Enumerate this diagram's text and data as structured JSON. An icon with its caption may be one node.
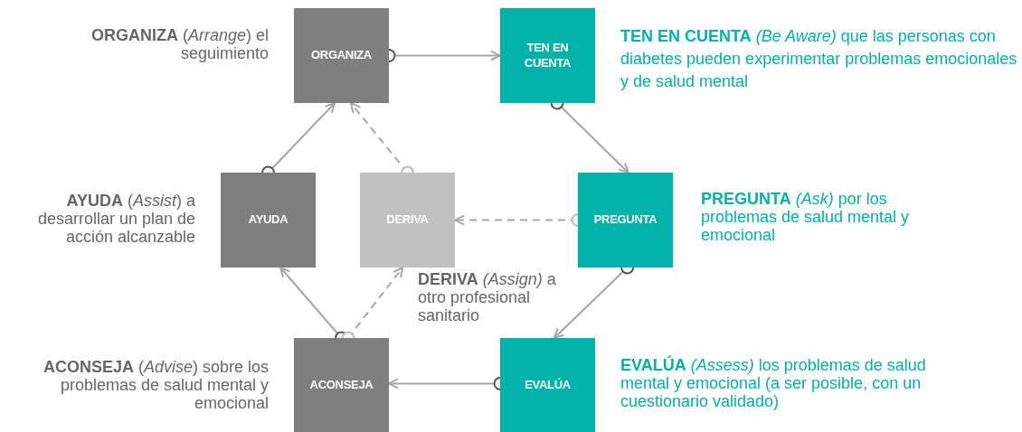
{
  "diagram": {
    "nodes": [
      {
        "text": [
          "ORGANIZA"
        ],
        "beside": [
          "**ORGANIZA** (*Arrange*) el seguimiento"
        ]
      },
      {
        "text": [
          "TEN EN CUENTA"
        ],
        "beside": [
          "**TEN EN CUENTA** *(Be Aware)* que las personas con diabetes pueden experimentar problemas emocionales y de salud mental"
        ]
      },
      {
        "text": [
          "AYUDA"
        ],
        "beside": [
          "**AYUDA** (*Assist*) a desarrollar un plan de acción alcanzable"
        ]
      },
      {
        "text": [
          "DERIVA"
        ],
        "beside": [
          "**DERIVA** *(Assign)* a otro profesional sanitario"
        ]
      },
      {
        "text": [
          "PREGUNTA"
        ],
        "beside": [
          "**PREGUNTA** *(Ask)* por los problemas de salud mental y emocional"
        ]
      },
      {
        "text": [
          "ACONSEJA"
        ],
        "beside": [
          "**ACONSEJA** (*Advise*) sobre los problemas de salud mental y emocional"
        ]
      },
      {
        "text": [
          "EVALÚA"
        ],
        "beside": [
          "**EVALÚA** *(Assess)* los problemas de salud mental y emocional (a ser posible, con un cuestionario validado)"
        ]
      }
    ],
    "edges": [
      {
        "from": 0,
        "to": 1,
        "arrow": "to"
      },
      {
        "from": 1,
        "to": 4,
        "arrow": "to"
      },
      {
        "from": 4,
        "to": 6,
        "arrow": "to"
      },
      {
        "from": 6,
        "to": 5,
        "arrow": "to"
      },
      {
        "from": 5,
        "to": 2,
        "arrow": "to"
      },
      {
        "from": 5,
        "to": 3,
        "arrow": "to",
        "style": "dashed"
      },
      {
        "from": 4,
        "to": 3,
        "arrow": "to",
        "style": "dashed"
      },
      {
        "from": 3,
        "to": 0,
        "arrow": "to",
        "style": "dashed"
      },
      {
        "from": 2,
        "to": 0,
        "arrow": "to"
      }
    ]
  }
}
